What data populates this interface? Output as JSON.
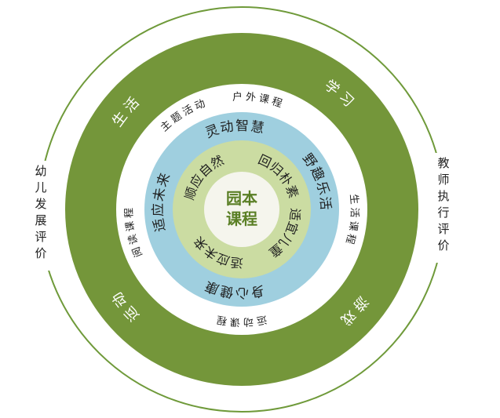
{
  "colors": {
    "outer_thin_ring": "#6f9a3a",
    "green_band": "#74963a",
    "white_band": "#ffffff",
    "blue_band": "#9fcfdf",
    "light_green_band": "#cbdca2",
    "center": "#f5f5ed",
    "center_text": "#5a7f25",
    "band_text_light": "#ffffff",
    "band_text_dark": "#1f1f1f"
  },
  "center_title": [
    "园本",
    "课程"
  ],
  "left_side_label": "幼儿发展评价",
  "right_side_label": "教师执行评价",
  "green_band_labels": [
    "学习",
    "游戏",
    "运动",
    "生活"
  ],
  "white_band_labels": [
    "户外课程",
    "生活课程",
    "运动课程",
    "阅读课程",
    "主题活动"
  ],
  "blue_band_labels": [
    "灵动智慧",
    "野趣乐活",
    "身心健康",
    "适应未来"
  ],
  "inner_band_labels": [
    "回归朴素",
    "适宜儿童",
    "适应未来",
    "顺应自然"
  ]
}
